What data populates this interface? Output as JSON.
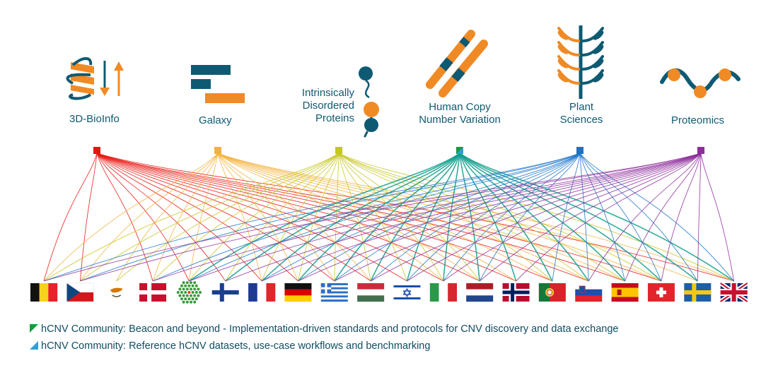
{
  "communities": [
    {
      "key": "bioinfo",
      "label_lines": [
        "3D-BioInfo"
      ],
      "color": "#e8140f",
      "icon": "protein-ribbon-icon"
    },
    {
      "key": "galaxy",
      "label_lines": [
        "Galaxy"
      ],
      "color": "#f3b23b",
      "icon": "galaxy-bars-icon"
    },
    {
      "key": "idp",
      "label_lines": [
        "Intrinsically",
        "Disordered",
        "Proteins"
      ],
      "color": "#c6c620",
      "icon": "disordered-chain-icon"
    },
    {
      "key": "hcnv",
      "label_lines": [
        "Human Copy",
        "Number Variation"
      ],
      "color": "#0f9e8c",
      "icon": "chromosome-icon"
    },
    {
      "key": "plant",
      "label_lines": [
        "Plant",
        "Sciences"
      ],
      "color": "#1a73c8",
      "icon": "wheat-icon"
    },
    {
      "key": "proteomics",
      "label_lines": [
        "Proteomics"
      ],
      "color": "#8d2d9a",
      "icon": "proteomics-curve-icon"
    }
  ],
  "countries": [
    {
      "code": "BE",
      "flag": "belgium-flag"
    },
    {
      "code": "CZ",
      "flag": "czech-flag"
    },
    {
      "code": "CY",
      "flag": "cyprus-flag"
    },
    {
      "code": "DK",
      "flag": "denmark-flag"
    },
    {
      "code": "EMBL",
      "flag": "embl-hexagon-logo"
    },
    {
      "code": "FI",
      "flag": "finland-flag"
    },
    {
      "code": "FR",
      "flag": "france-flag"
    },
    {
      "code": "DE",
      "flag": "germany-flag"
    },
    {
      "code": "GR",
      "flag": "greece-flag"
    },
    {
      "code": "HU",
      "flag": "hungary-flag"
    },
    {
      "code": "IL",
      "flag": "israel-flag"
    },
    {
      "code": "IT",
      "flag": "italy-flag"
    },
    {
      "code": "NL",
      "flag": "netherlands-flag"
    },
    {
      "code": "NO",
      "flag": "norway-flag"
    },
    {
      "code": "PT",
      "flag": "portugal-flag"
    },
    {
      "code": "SI",
      "flag": "slovenia-flag"
    },
    {
      "code": "ES",
      "flag": "spain-flag"
    },
    {
      "code": "CH",
      "flag": "switzerland-flag"
    },
    {
      "code": "SE",
      "flag": "sweden-flag"
    },
    {
      "code": "UK",
      "flag": "uk-flag"
    }
  ],
  "links": {
    "bioinfo": [
      "BE",
      "CZ",
      "DK",
      "EMBL",
      "FI",
      "FR",
      "DE",
      "GR",
      "HU",
      "IL",
      "IT",
      "NL",
      "NO",
      "PT",
      "SI",
      "ES",
      "CH",
      "UK"
    ],
    "galaxy": [
      "BE",
      "CZ",
      "CY",
      "DK",
      "EMBL",
      "FR",
      "DE",
      "GR",
      "HU",
      "IT",
      "NL",
      "NO",
      "PT",
      "SI",
      "ES",
      "CH",
      "SE",
      "UK"
    ],
    "idp": [
      "BE",
      "CZ",
      "CY",
      "DK",
      "EMBL",
      "FI",
      "FR",
      "DE",
      "GR",
      "HU",
      "IL",
      "IT",
      "NL",
      "PT",
      "SI",
      "ES",
      "CH",
      "UK"
    ],
    "hcnv": [
      "EMBL",
      "FI",
      "FR",
      "DE",
      "GR",
      "HU",
      "IL",
      "IT",
      "NL",
      "NO",
      "PT",
      "SI",
      "ES",
      "CH",
      "SE",
      "UK"
    ],
    "plant": [
      "BE",
      "CZ",
      "DK",
      "EMBL",
      "FR",
      "DE",
      "GR",
      "HU",
      "IL",
      "IT",
      "NL",
      "PT",
      "SI",
      "ES",
      "CH",
      "SE",
      "UK"
    ],
    "proteomics": [
      "BE",
      "CZ",
      "DK",
      "EMBL",
      "FI",
      "FR",
      "DE",
      "GR",
      "HU",
      "IL",
      "IT",
      "NL",
      "NO",
      "SI",
      "ES",
      "CH",
      "SE",
      "UK"
    ]
  },
  "legend": [
    {
      "text": "hCNV Community: Beacon and beyond - Implementation-driven standards and protocols for CNV discovery and data exchange",
      "color": "#0f9e3c"
    },
    {
      "text": "hCNV Community: Reference hCNV datasets, use-case workflows and benchmarking",
      "color": "#2f9ed8"
    }
  ],
  "colors": {
    "icon_navy": "#0f5a73",
    "icon_orange": "#f08a24"
  }
}
